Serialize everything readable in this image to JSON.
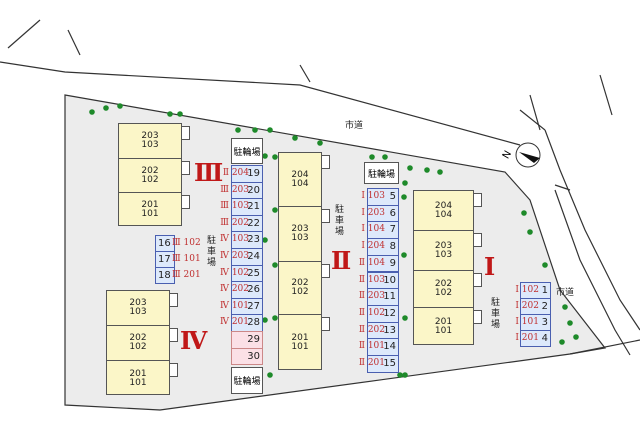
{
  "roads": {
    "top": "市道",
    "right": "市道"
  },
  "compass": {
    "label": "N",
    "icon": "north-arrow-icon"
  },
  "colors": {
    "building": "#fbf6c8",
    "parking": "#dde9fb",
    "reserved": "#fbe0e6",
    "tree": "#1e8a2a",
    "label": "#c03030",
    "roman": "#c01818"
  },
  "bike_parking": "駐輪場",
  "car_parking": "駐車場",
  "buildings": [
    {
      "name": "Ⅰ",
      "units": [
        [
          "204",
          "104"
        ],
        [
          "203",
          "103"
        ],
        [
          "202",
          "102"
        ],
        [
          "201",
          "101"
        ]
      ]
    },
    {
      "name": "Ⅱ",
      "units": [
        [
          "204",
          "104"
        ],
        [
          "203",
          "103"
        ],
        [
          "202",
          "102"
        ],
        [
          "201",
          "101"
        ]
      ]
    },
    {
      "name": "Ⅲ",
      "units": [
        [
          "203",
          "103"
        ],
        [
          "202",
          "102"
        ],
        [
          "201",
          "101"
        ]
      ]
    },
    {
      "name": "Ⅳ",
      "units": [
        [
          "203",
          "103"
        ],
        [
          "202",
          "102"
        ],
        [
          "201",
          "101"
        ]
      ]
    }
  ],
  "parking_right": [
    {
      "no": "1",
      "unit": "Ⅰ 102"
    },
    {
      "no": "2",
      "unit": "Ⅰ 202"
    },
    {
      "no": "3",
      "unit": "Ⅰ 101"
    },
    {
      "no": "4",
      "unit": "Ⅰ 201"
    }
  ],
  "parking_middle": [
    {
      "no": "5",
      "unit": "Ⅰ 103"
    },
    {
      "no": "6",
      "unit": "Ⅰ 203"
    },
    {
      "no": "7",
      "unit": "Ⅰ 104"
    },
    {
      "no": "8",
      "unit": "Ⅰ 204"
    },
    {
      "no": "9",
      "unit": "Ⅱ 104"
    },
    {
      "no": "10",
      "unit": "Ⅱ 103"
    },
    {
      "no": "11",
      "unit": "Ⅱ 203"
    },
    {
      "no": "12",
      "unit": "Ⅱ 102"
    },
    {
      "no": "13",
      "unit": "Ⅱ 202"
    },
    {
      "no": "14",
      "unit": "Ⅱ 101"
    },
    {
      "no": "15",
      "unit": "Ⅱ 201"
    }
  ],
  "parking_small": [
    {
      "no": "16",
      "unit": "Ⅲ 102"
    },
    {
      "no": "17",
      "unit": "Ⅲ 101"
    },
    {
      "no": "18",
      "unit": "Ⅲ 201"
    }
  ],
  "parking_left": [
    {
      "no": "19",
      "unit": "Ⅱ 204"
    },
    {
      "no": "20",
      "unit": "Ⅲ 203"
    },
    {
      "no": "21",
      "unit": "Ⅲ 103"
    },
    {
      "no": "22",
      "unit": "Ⅲ 202"
    },
    {
      "no": "23",
      "unit": "Ⅳ 103"
    },
    {
      "no": "24",
      "unit": "Ⅳ 203"
    },
    {
      "no": "25",
      "unit": "Ⅳ 102"
    },
    {
      "no": "26",
      "unit": "Ⅳ 202"
    },
    {
      "no": "27",
      "unit": "Ⅳ 101"
    },
    {
      "no": "28",
      "unit": "Ⅳ 201"
    },
    {
      "no": "29",
      "unit": ""
    },
    {
      "no": "30",
      "unit": ""
    }
  ]
}
